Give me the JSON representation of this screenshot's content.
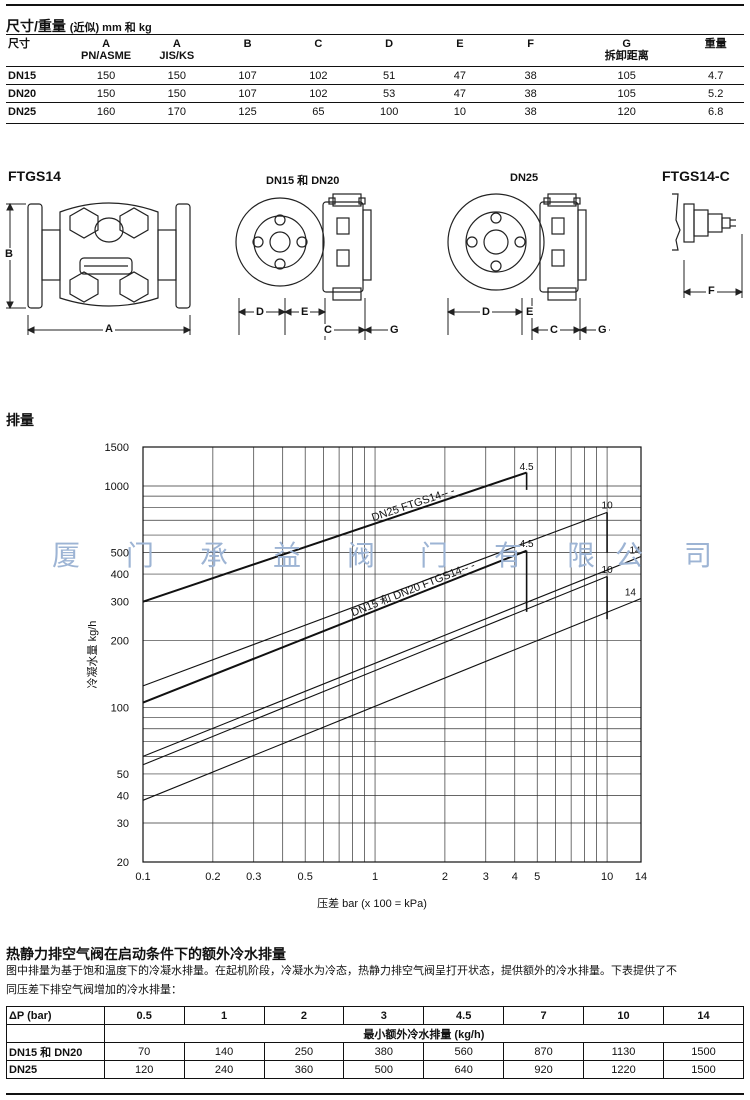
{
  "dims": {
    "title": "尺寸/重量",
    "title_note": "(近似) mm 和 kg",
    "headers": [
      {
        "a": "尺寸",
        "b": ""
      },
      {
        "a": "A",
        "b": "PN/ASME"
      },
      {
        "a": "A",
        "b": "JIS/KS"
      },
      {
        "a": "B",
        "b": ""
      },
      {
        "a": "C",
        "b": ""
      },
      {
        "a": "D",
        "b": ""
      },
      {
        "a": "E",
        "b": ""
      },
      {
        "a": "F",
        "b": ""
      },
      {
        "a": "G",
        "b": "拆卸距离"
      },
      {
        "a": "重量",
        "b": ""
      }
    ],
    "rows": [
      [
        "DN15",
        "150",
        "150",
        "107",
        "102",
        "51",
        "47",
        "38",
        "105",
        "4.7"
      ],
      [
        "DN20",
        "150",
        "150",
        "107",
        "102",
        "53",
        "47",
        "38",
        "105",
        "5.2"
      ],
      [
        "DN25",
        "160",
        "170",
        "125",
        "65",
        "100",
        "10",
        "38",
        "120",
        "6.8"
      ]
    ]
  },
  "drawings": {
    "model_left": "FTGS14",
    "model_right": "FTGS14-C",
    "view1_title": "DN15 和 DN20",
    "view2_title": "DN25",
    "labels": {
      "a": "A",
      "b": "B",
      "c": "C",
      "d": "D",
      "e": "E",
      "f": "F",
      "g": "G"
    }
  },
  "chart_section_title": "排量",
  "watermark": [
    "厦",
    "门",
    "承",
    "益",
    "阀",
    "门",
    "有",
    "限",
    "公",
    "司"
  ],
  "chart_data": {
    "type": "line",
    "xscale": "log",
    "yscale": "log",
    "xlim": [
      0.1,
      14
    ],
    "ylim": [
      20,
      1500
    ],
    "xticks": [
      "0.1",
      "0.2",
      "0.3",
      "0.5",
      "1",
      "2",
      "3",
      "4",
      "5",
      "10",
      "14"
    ],
    "xtick_values": [
      0.1,
      0.2,
      0.3,
      0.5,
      1,
      2,
      3,
      4,
      5,
      10,
      14
    ],
    "yticks": [
      "20",
      "30",
      "40",
      "50",
      "100",
      "200",
      "300",
      "400",
      "500",
      "1000",
      "1500"
    ],
    "ytick_values": [
      20,
      30,
      40,
      50,
      100,
      200,
      300,
      400,
      500,
      1000,
      1500
    ],
    "xlabel": "压差 bar (x 100 = kPa)",
    "ylabel": "冷凝水量 kg/h",
    "grid": true,
    "series": [
      {
        "name": "DN25 FTGS14-4.5",
        "label": "DN25 FTGS14-‐ ‐",
        "x": [
          0.1,
          4.5
        ],
        "y": [
          300,
          1150
        ],
        "bold": true
      },
      {
        "name": "DN25 FTGS14-10",
        "x": [
          0.1,
          10
        ],
        "y": [
          125,
          760
        ],
        "bold": false
      },
      {
        "name": "DN25 FTGS14-14",
        "x": [
          0.1,
          14
        ],
        "y": [
          60,
          480
        ],
        "bold": false
      },
      {
        "name": "DN15 和 DN20 FTGS14-4.5",
        "label": "DN15 和 DN20 FTGS14-‐ ‐",
        "x": [
          0.1,
          4.5
        ],
        "y": [
          105,
          510
        ],
        "bold": true
      },
      {
        "name": "DN15 和 DN20 FTGS14-10",
        "x": [
          0.1,
          10
        ],
        "y": [
          55,
          390
        ],
        "bold": false
      },
      {
        "name": "DN15 和 DN20 FTGS14-14",
        "x": [
          0.1,
          14
        ],
        "y": [
          38,
          310
        ],
        "bold": false
      }
    ],
    "drops": [
      {
        "x": 4.5,
        "from": 1150,
        "to": 960
      },
      {
        "x": 4.5,
        "from": 510,
        "to": 270
      },
      {
        "x": 10,
        "from": 760,
        "to": 500
      },
      {
        "x": 10,
        "from": 390,
        "to": 250
      }
    ],
    "end_labels": [
      {
        "text": "4.5",
        "x": 4.5,
        "y": 1180
      },
      {
        "text": "10",
        "x": 10,
        "y": 790
      },
      {
        "text": "14",
        "x": 13.2,
        "y": 495
      },
      {
        "text": "4.5",
        "x": 4.5,
        "y": 530
      },
      {
        "text": "10",
        "x": 10,
        "y": 405
      },
      {
        "text": "14",
        "x": 12.6,
        "y": 320
      }
    ]
  },
  "extra": {
    "title": "热静力排空气阀在启动条件下的额外冷水排量",
    "para_line1": "图中排量为基于饱和温度下的冷凝水排量。在起机阶段，冷凝水为冷态，热静力排空气阀呈打开状态，提供额外的冷水排量。下表提供了不",
    "para_line2": "同压差下排空气阀增加的冷水排量：",
    "header": [
      "ΔP (bar)",
      "0.5",
      "1",
      "2",
      "3",
      "4.5",
      "7",
      "10",
      "14"
    ],
    "subheader": "最小额外冷水排量 (kg/h)",
    "rows": [
      [
        "DN15 和 DN20",
        "70",
        "140",
        "250",
        "380",
        "560",
        "870",
        "1130",
        "1500"
      ],
      [
        "DN25",
        "120",
        "240",
        "360",
        "500",
        "640",
        "920",
        "1220",
        "1500"
      ]
    ]
  }
}
